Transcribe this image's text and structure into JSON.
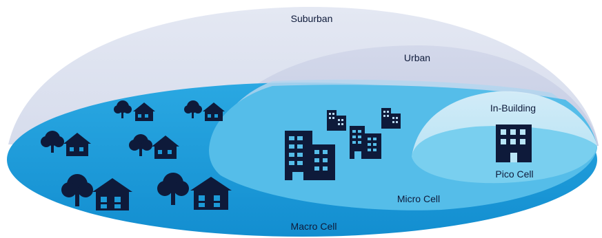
{
  "labels": {
    "suburban": "Suburban",
    "urban": "Urban",
    "in_building": "In-Building",
    "pico_cell": "Pico Cell",
    "micro_cell": "Micro Cell",
    "macro_cell": "Macro Cell"
  },
  "colors": {
    "dome_suburban": "#dde2ef",
    "dome_urban": "#cdd3e6",
    "macro": "#1c9ad8",
    "micro": "#5fc1ec",
    "pico": "#b9e6f7",
    "icon": "#0e1a3a"
  }
}
